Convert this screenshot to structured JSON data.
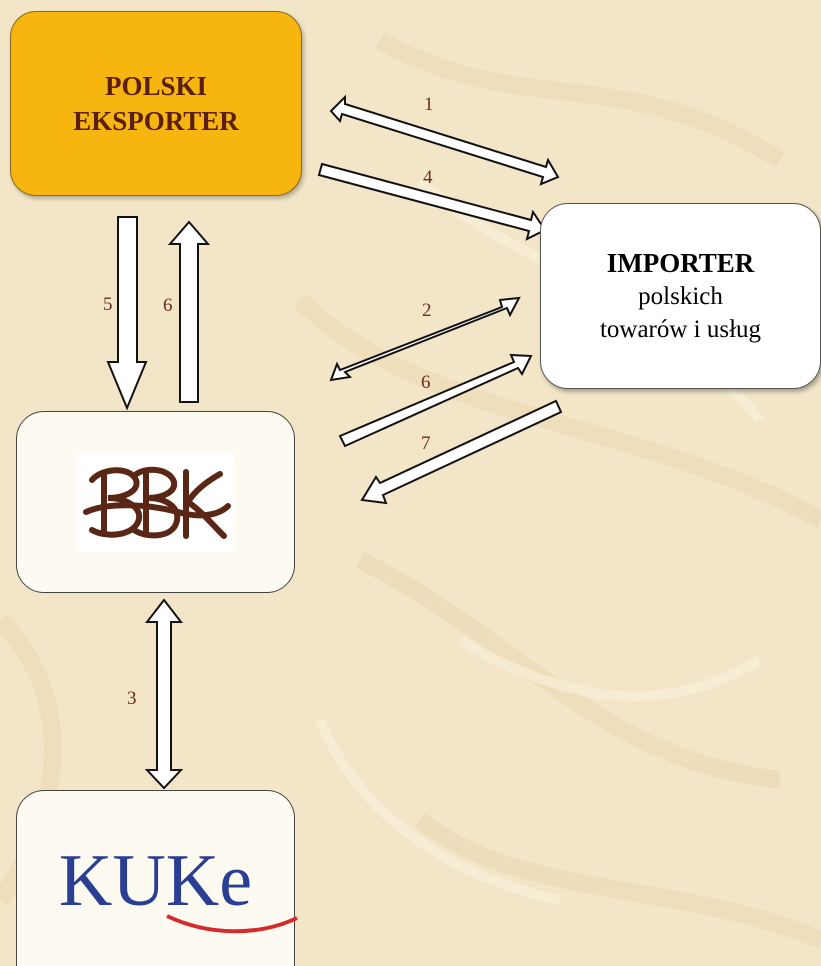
{
  "exporter": {
    "line1": "POLSKI",
    "line2": "EKSPORTER"
  },
  "importer": {
    "title": "IMPORTER",
    "line2": "polskich",
    "line3": "towarów i usług"
  },
  "bank": {
    "logo": "BBK"
  },
  "kuke": {
    "logo": "KUKE",
    "logo_text": "KUKe"
  },
  "arrow_labels": {
    "a1": "1",
    "a4": "4",
    "a2": "2",
    "a6r": "6",
    "a7": "7",
    "a5": "5",
    "a6v": "6",
    "a3": "3"
  },
  "colors": {
    "background": "#f3e6c8",
    "exporter_fill": "#f7b60f",
    "label_color": "#6b2d1a",
    "kuke_blue": "#2a3f93",
    "kuke_red": "#d52b2b",
    "bank_logo": "#5a2716"
  }
}
